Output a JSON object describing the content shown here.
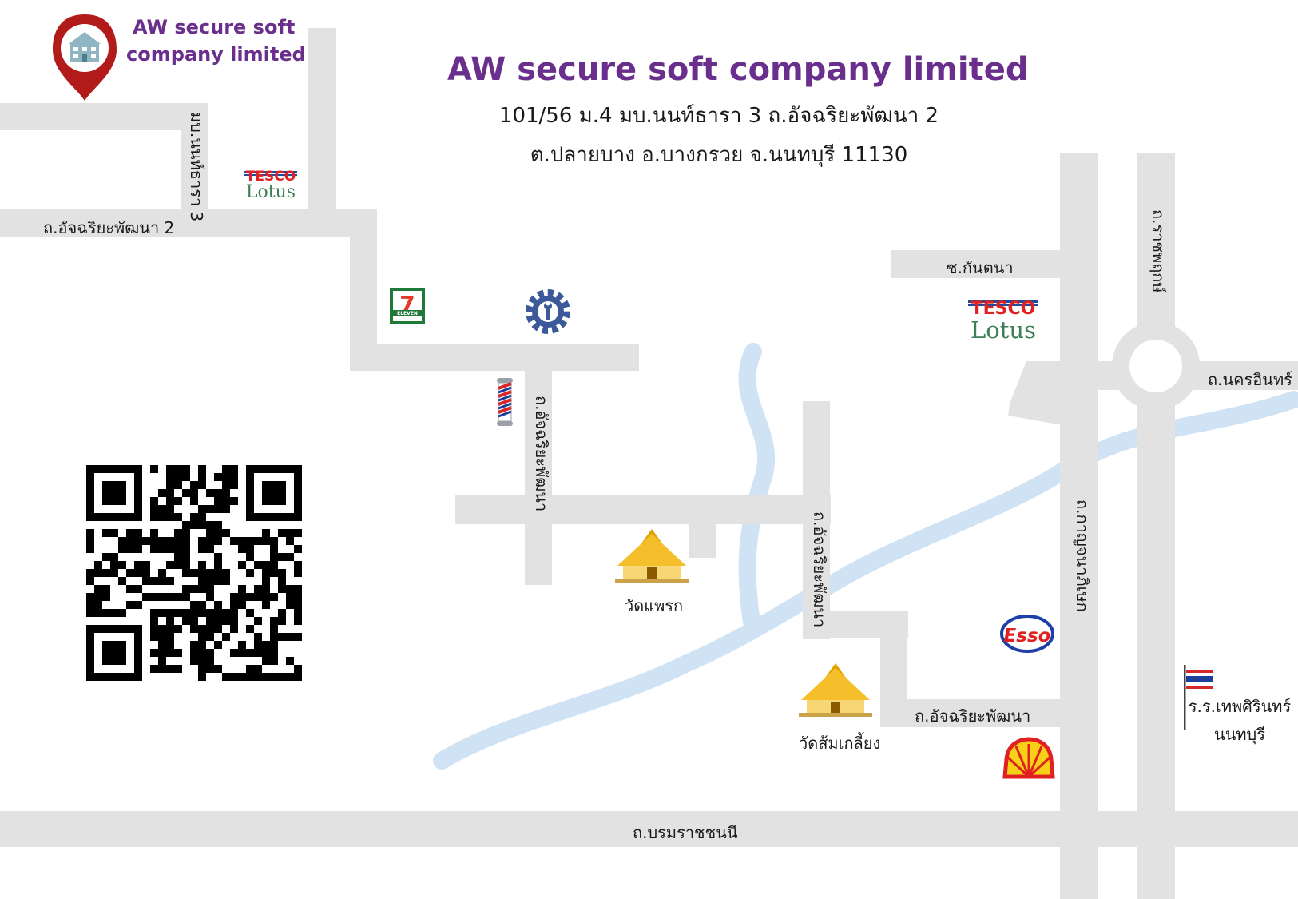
{
  "colors": {
    "brand": "#6a2f8c",
    "road": "#e2e2e2",
    "river": "#cfe3f5",
    "pin": "#b31b1b"
  },
  "company": {
    "title": "AW secure soft company limited",
    "pin_label_line1": "AW secure soft",
    "pin_label_line2": "company limited",
    "address_line1": "101/56 ม.4 มบ.นนท์ธารา 3 ถ.อัจฉริยะพัฒนา 2",
    "address_line2": "ต.ปลายบาง อ.บางกรวย จ.นนทบุรี 11130"
  },
  "streets": {
    "achariya_2": "ถ.อัจฉริยะพัฒนา 2",
    "nontara_3": "มบ.นนท์ธารา 3",
    "achariya_a": "ถ.อัจฉริยะพัฒนา",
    "achariya_b": "ถ.อัจฉริยะพัฒนา",
    "achariya_c": "ถ.อัจฉริยะพัฒนา",
    "kantana": "ซ.กันตนา",
    "ratchaphruek": "ถ.ราชพฤกษ์",
    "nakhon_in": "ถ.นครอินทร์",
    "kanchanaphisek": "ถ.กาญจนาภิเษก",
    "borommaratchachonnani": "ถ.บรมราชชนนี"
  },
  "places": {
    "wat_phraek": "วัดแพรก",
    "wat_som_kliang": "วัดส้มเกลี้ยง",
    "hospital_line1": "ร.ร.เทพศิรินทร์",
    "hospital_line2": "นนทบุรี"
  },
  "logos": {
    "tesco": "TESCO",
    "lotus": "Lotus",
    "esso": "Esso",
    "seven_number": "7",
    "seven_text": "ELEVEN"
  },
  "icons": [
    "location-pin-icon",
    "building-icon",
    "tesco-lotus-logo",
    "seven-eleven-logo",
    "gear-wrench-icon",
    "barber-pole-icon",
    "temple-icon",
    "esso-logo",
    "shell-logo",
    "thai-flag-icon",
    "qr-code"
  ]
}
